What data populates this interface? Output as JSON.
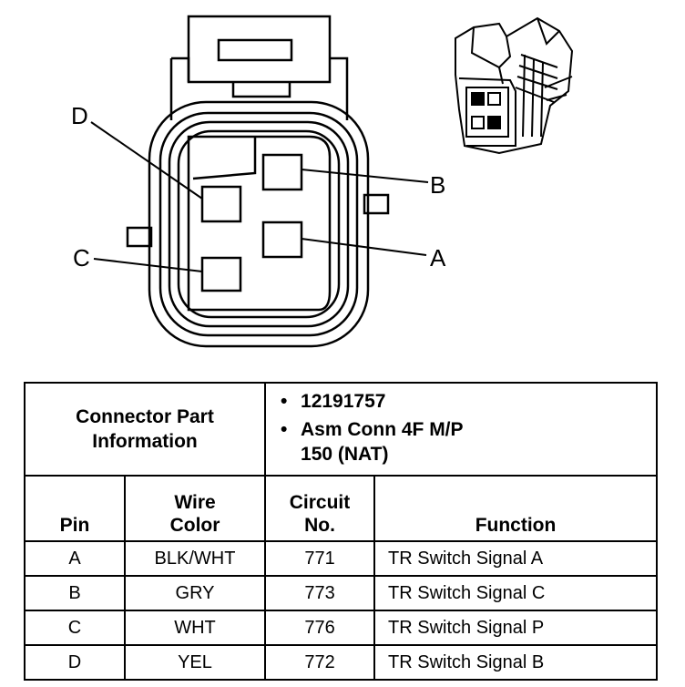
{
  "diagram": {
    "pin_labels": {
      "a": "A",
      "b": "B",
      "c": "C",
      "d": "D"
    }
  },
  "table": {
    "info_header": "Connector Part Information",
    "part_info": [
      "12191757",
      "Asm Conn 4F M/P",
      "150 (NAT)"
    ],
    "columns": {
      "pin": "Pin",
      "wire_color": [
        "Wire",
        "Color"
      ],
      "circuit_no": [
        "Circuit",
        "No."
      ],
      "function": "Function"
    },
    "rows": [
      {
        "pin": "A",
        "wire_color": "BLK/WHT",
        "circuit": "771",
        "function": "TR Switch Signal A"
      },
      {
        "pin": "B",
        "wire_color": "GRY",
        "circuit": "773",
        "function": "TR Switch Signal C"
      },
      {
        "pin": "C",
        "wire_color": "WHT",
        "circuit": "776",
        "function": "TR Switch Signal P"
      },
      {
        "pin": "D",
        "wire_color": "YEL",
        "circuit": "772",
        "function": "TR Switch Signal B"
      }
    ]
  }
}
